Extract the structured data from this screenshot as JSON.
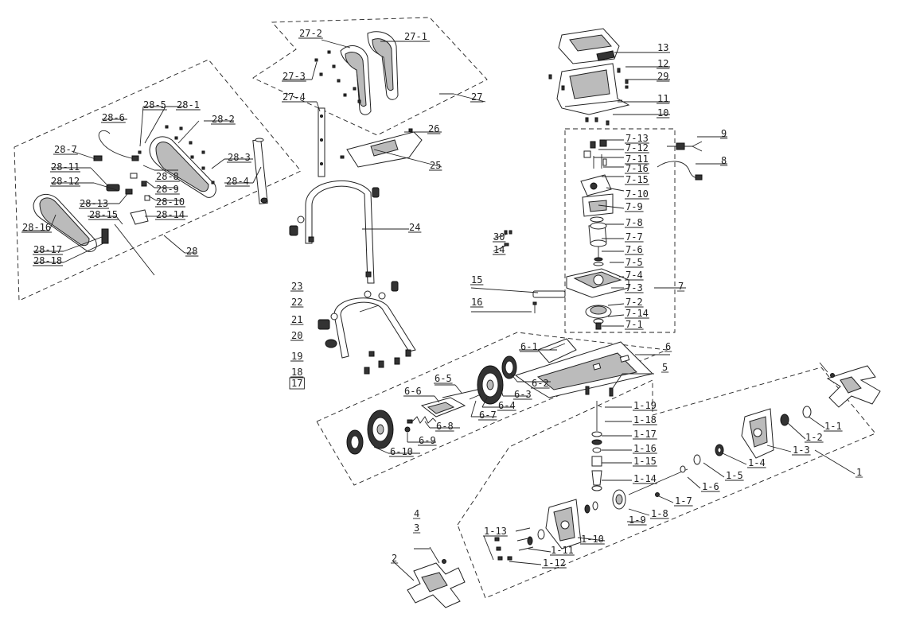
{
  "diagram": {
    "labels": [
      "1",
      "1-1",
      "1-2",
      "1-3",
      "1-4",
      "1-5",
      "1-6",
      "1-7",
      "1-8",
      "1-9",
      "1-10",
      "1-11",
      "1-12",
      "1-13",
      "1-14",
      "1-15",
      "1-16",
      "1-17",
      "1-18",
      "1-19",
      "2",
      "3",
      "4",
      "5",
      "6",
      "6-1",
      "6-2",
      "6-3",
      "6-4",
      "6-5",
      "6-6",
      "6-7",
      "6-8",
      "6-9",
      "6-10",
      "7",
      "7-1",
      "7-2",
      "7-3",
      "7-4",
      "7-5",
      "7-6",
      "7-7",
      "7-8",
      "7-9",
      "7-10",
      "7-11",
      "7-12",
      "7-13",
      "7-14",
      "7-15",
      "7-16",
      "8",
      "9",
      "10",
      "11",
      "12",
      "13",
      "14",
      "15",
      "16",
      "17",
      "18",
      "19",
      "20",
      "21",
      "22",
      "23",
      "24",
      "25",
      "26",
      "27",
      "27-1",
      "27-2",
      "27-3",
      "27-4",
      "28",
      "28-1",
      "28-2",
      "28-3",
      "28-4",
      "28-5",
      "28-6",
      "28-7",
      "28-8",
      "28-9",
      "28-10",
      "28-11",
      "28-12",
      "28-13",
      "28-14",
      "28-15",
      "28-16",
      "28-17",
      "28-18",
      "29",
      "30"
    ]
  }
}
